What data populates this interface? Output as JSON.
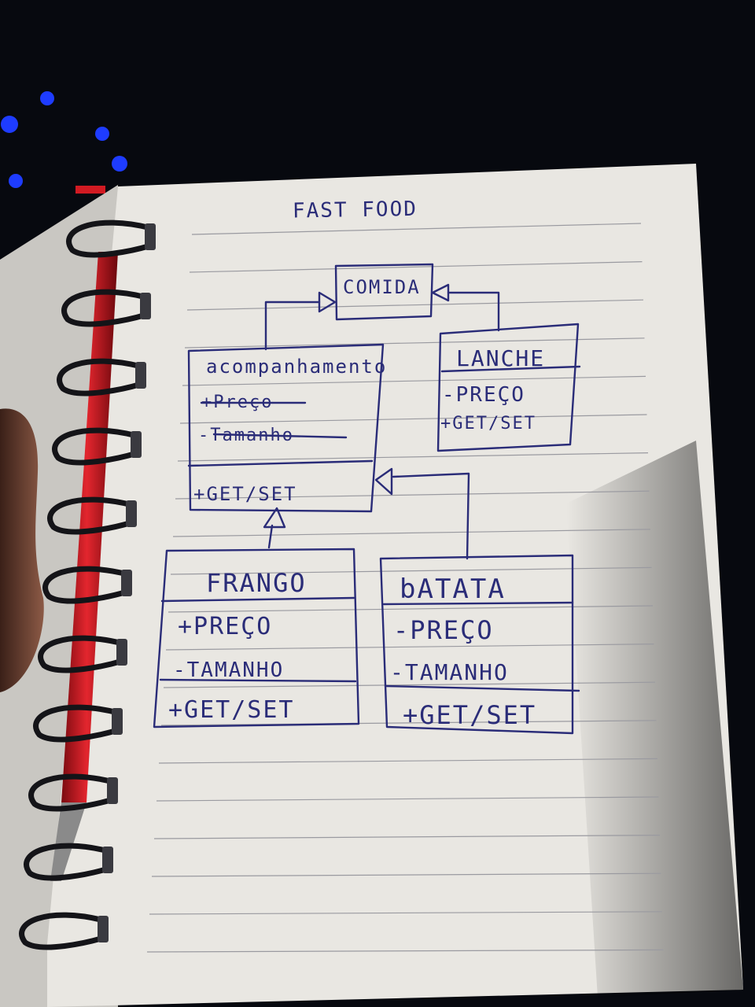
{
  "page_title": "FAST FOOD",
  "classes": {
    "comida": {
      "name": "COMIDA"
    },
    "acompanhamento": {
      "name": "acompanhamento",
      "attr1": "+Preço",
      "attr2": "-Tamanho",
      "method": "+GET/SET"
    },
    "lanche": {
      "name": "LANCHE",
      "attr1": "-PREÇO",
      "method": "+GET/SET"
    },
    "frango": {
      "name": "FRANGO",
      "attr1": "+PREÇO",
      "attr2": "-TAMANHO",
      "method": "+GET/SET"
    },
    "batata": {
      "name": "bATATA",
      "attr1": "-PREÇO",
      "attr2": "-TAMANHO",
      "method": "+GET/SET"
    }
  },
  "colors": {
    "ink": "#2a2c78",
    "paper": "#e9e7e2",
    "pen_body": "#c8161e",
    "spiral": "#1b1b1f",
    "background": "#07090f"
  }
}
